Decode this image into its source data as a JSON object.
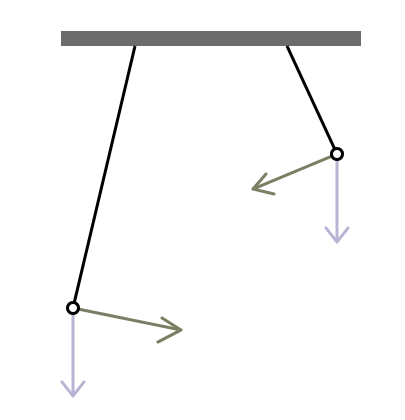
{
  "diagram": {
    "description_visible_text": "",
    "colors": {
      "background": "#ffffff",
      "ceiling": "#6b6b6b",
      "string": "#000000",
      "bob": "#000000",
      "force_vector": "#7a7e62",
      "gravity_vector": "#b7b4d4"
    },
    "elements": [
      {
        "kind": "support",
        "name": "ceiling-bar"
      },
      {
        "kind": "pendulum",
        "name": "left-pendulum",
        "has_tension_vector": true,
        "has_gravity_vector": true
      },
      {
        "kind": "pendulum",
        "name": "right-pendulum",
        "has_tension_vector": true,
        "has_gravity_vector": true
      }
    ]
  }
}
